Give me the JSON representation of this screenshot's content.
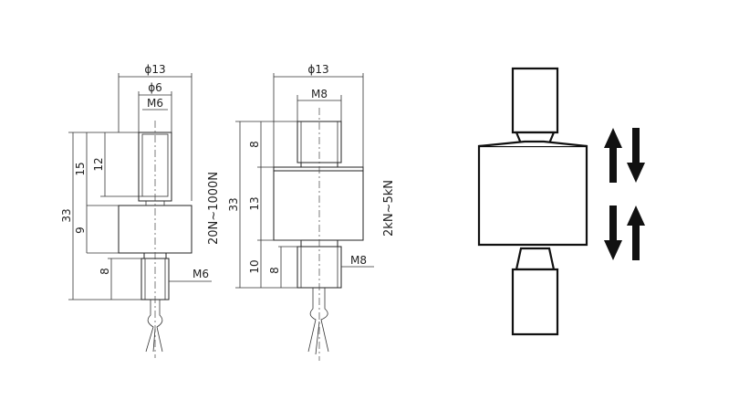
{
  "drawing_left": {
    "diam_outer": "ϕ13",
    "diam_inner": "ϕ6",
    "thread_top": "M6",
    "thread_bottom": "M6",
    "dim_total": "33",
    "dim_15": "15",
    "dim_12": "12",
    "dim_9": "9",
    "dim_8": "8",
    "range": "20N~1000N"
  },
  "drawing_right": {
    "diam_outer": "ϕ13",
    "thread_top": "M8",
    "thread_bottom": "M8",
    "dim_total": "33",
    "dim_8_top": "8",
    "dim_13": "13",
    "dim_10": "10",
    "dim_8_bottom": "8",
    "range": "2kN~5kN"
  },
  "illustration": {
    "arrows": [
      "up-down-arrows-icon",
      "down-up-arrows-icon"
    ]
  }
}
